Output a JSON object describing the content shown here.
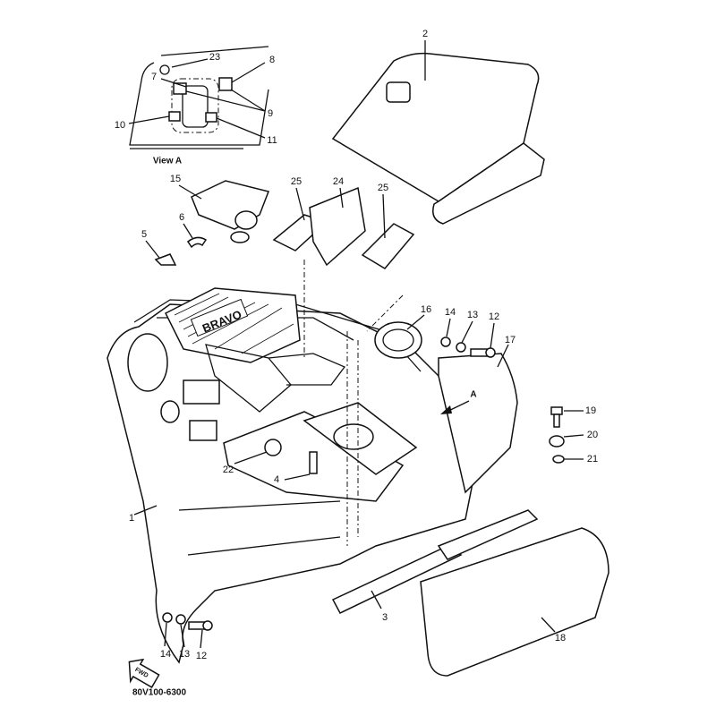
{
  "diagram": {
    "part_code": "80V100-6300",
    "view_label": "View A",
    "fwd_label": "FWD",
    "logo_text": "BRAVO",
    "view_arrow_label": "A",
    "callouts": {
      "p1": "1",
      "p2": "2",
      "p3": "3",
      "p4": "4",
      "p5": "5",
      "p6": "6",
      "p7": "7",
      "p8": "8",
      "p9": "9",
      "p10": "10",
      "p11": "11",
      "p12a": "12",
      "p13a": "13",
      "p14a": "14",
      "p12b": "12",
      "p13b": "13",
      "p14b": "14",
      "p15": "15",
      "p16": "16",
      "p17": "17",
      "p18": "18",
      "p19": "19",
      "p20": "20",
      "p21": "21",
      "p22": "22",
      "p23": "23",
      "p24": "24",
      "p25a": "25",
      "p25b": "25"
    }
  }
}
